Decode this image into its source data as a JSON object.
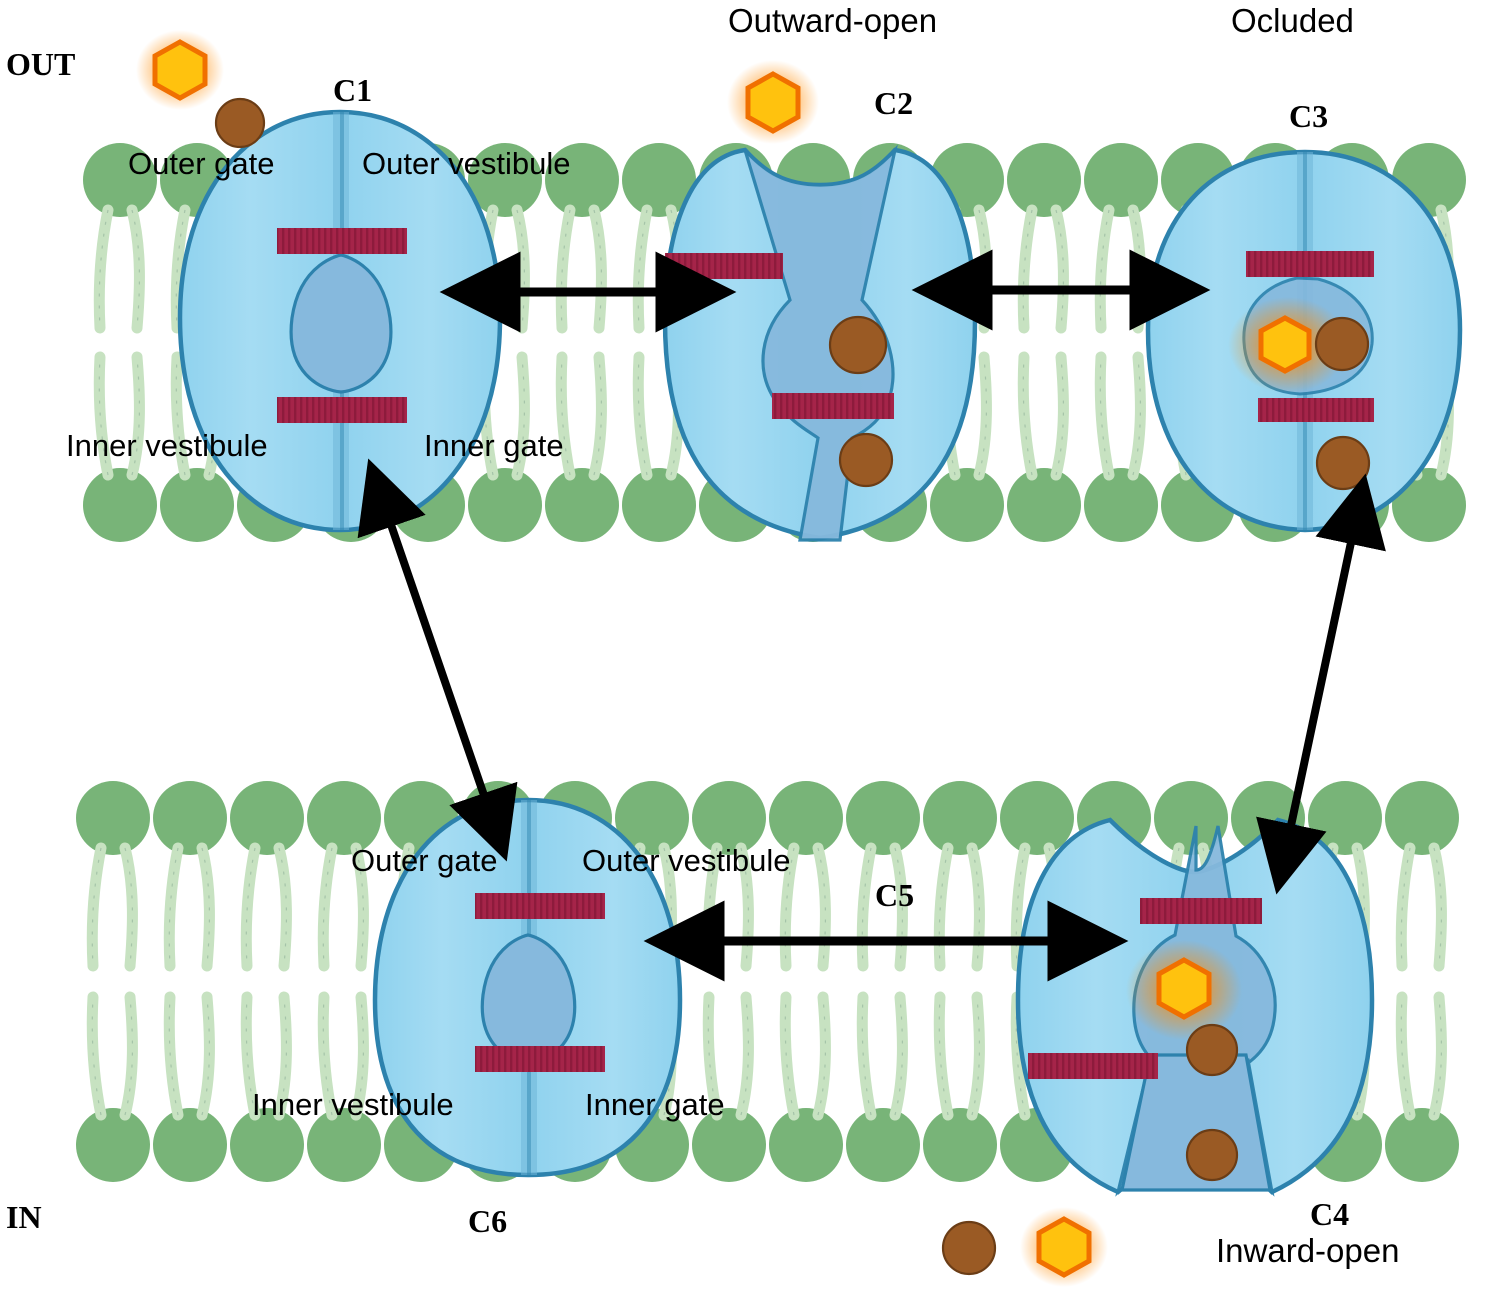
{
  "figure": {
    "title": "Transporter conformational cycle (alternating access)",
    "side_labels": {
      "out": "OUT",
      "in": "IN"
    },
    "colors": {
      "membrane_head": "#78b478",
      "membrane_tail": "#c7e2c1",
      "protein_fill": "#93d5f0",
      "protein_stroke": "#2d82ad",
      "cavity_fill": "#86b9dd",
      "gate_bar": "#a52449",
      "substrate_hex_fill": "#ffc20e",
      "substrate_hex_stroke": "#f07000",
      "ion_fill": "#9a5a24",
      "ion_stroke": "#6b3d16",
      "arrow": "#000000",
      "background": "#ffffff"
    }
  },
  "states": [
    {
      "id": "C1",
      "label": "C1",
      "state_name": "",
      "row": "top",
      "shape": "closed-both-gates",
      "ions_inside": 0,
      "substrate_inside": false,
      "gates": [
        "outer",
        "inner"
      ],
      "annotations": {
        "outer_gate": "Outer gate",
        "outer_vestibule": "Outer vestibule",
        "inner_vestibule": "Inner vestibule",
        "inner_gate": "Inner gate"
      }
    },
    {
      "id": "C2",
      "label": "C2",
      "state_name": "Outward-open",
      "row": "top",
      "shape": "outward-open",
      "ions_inside": 2,
      "substrate_inside": false,
      "substrate_outside_above": true,
      "gates": [
        "outer",
        "inner"
      ]
    },
    {
      "id": "C3",
      "label": "C3",
      "state_name": "Ocluded",
      "row": "top",
      "shape": "occluded",
      "ions_inside": 2,
      "substrate_inside": true,
      "gates": [
        "outer",
        "inner"
      ]
    },
    {
      "id": "C4",
      "label": "C4",
      "state_name": "Inward-open",
      "row": "bottom",
      "shape": "inward-open",
      "ions_inside": 2,
      "substrate_inside": true,
      "substrate_released_below": true,
      "ion_released_below": true,
      "gates": [
        "outer",
        "inner"
      ]
    },
    {
      "id": "C6",
      "label": "C6",
      "state_name": "",
      "row": "bottom",
      "shape": "closed-both-gates",
      "ions_inside": 0,
      "substrate_inside": false,
      "gates": [
        "outer",
        "inner"
      ],
      "annotations": {
        "outer_gate": "Outer gate",
        "outer_vestibule": "Outer vestibule",
        "inner_vestibule": "Inner vestibule",
        "inner_gate": "Inner gate"
      }
    }
  ],
  "transitions": [
    {
      "id": "t-c1-c2",
      "from": "C1",
      "to": "C2",
      "label": "",
      "style": "double-arrow-horizontal"
    },
    {
      "id": "t-c2-c3",
      "from": "C2",
      "to": "C3",
      "label": "",
      "style": "double-arrow-horizontal"
    },
    {
      "id": "t-c3-c4",
      "from": "C3",
      "to": "C4",
      "label": "",
      "style": "double-arrow-diagonal"
    },
    {
      "id": "t-c6-c4",
      "from": "C6",
      "to": "C4",
      "label": "C5",
      "style": "double-arrow-horizontal"
    },
    {
      "id": "t-c6-c1",
      "from": "C6",
      "to": "C1",
      "label": "",
      "style": "double-arrow-diagonal"
    }
  ],
  "free_molecules": [
    {
      "id": "hex-top-left",
      "type": "substrate-hexagon",
      "near": "C1"
    },
    {
      "id": "ion-top-left",
      "type": "ion-circle",
      "near": "C1"
    },
    {
      "id": "hex-top-c2",
      "type": "substrate-hexagon",
      "near": "C2"
    },
    {
      "id": "ion-bottom-free",
      "type": "ion-circle",
      "near": "C4"
    },
    {
      "id": "hex-bottom-free",
      "type": "substrate-hexagon",
      "near": "C4"
    }
  ],
  "labels": {
    "out": "OUT",
    "in": "IN",
    "c1": "C1",
    "c2": "C2",
    "c3": "C3",
    "c4": "C4",
    "c5": "C5",
    "c6": "C6",
    "outward_open": "Outward-open",
    "occluded": "Ocluded",
    "inward_open": "Inward-open",
    "c1_outer_gate": "Outer gate",
    "c1_outer_vestibule": "Outer vestibule",
    "c1_inner_vestibule": "Inner vestibule",
    "c1_inner_gate": "Inner gate",
    "c6_outer_gate": "Outer gate",
    "c6_outer_vestibule": "Outer vestibule",
    "c6_inner_vestibule": "Inner vestibule",
    "c6_inner_gate": "Inner gate"
  }
}
